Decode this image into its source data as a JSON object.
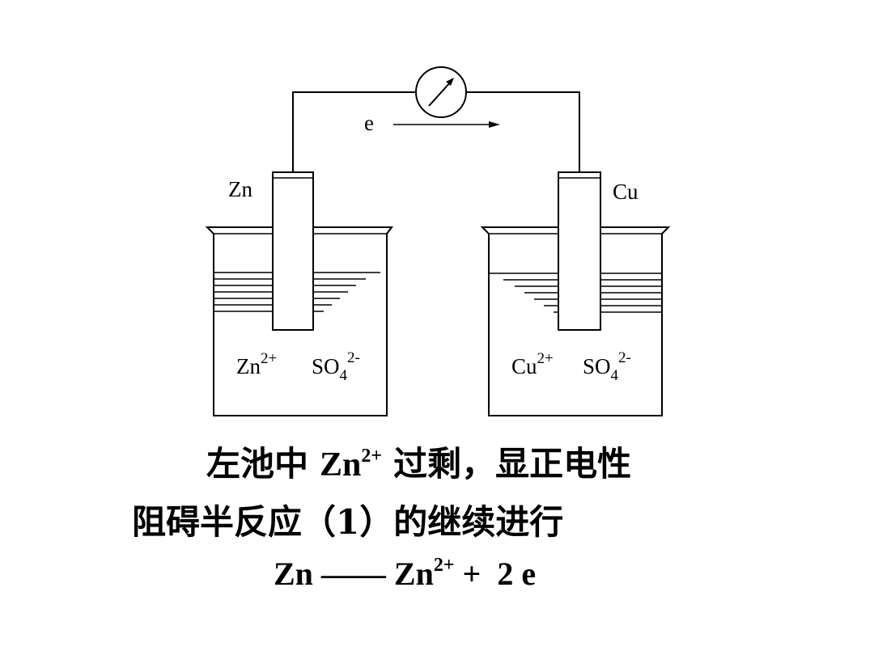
{
  "diagram": {
    "left_electrode": "Zn",
    "right_electrode": "Cu",
    "electron": "e",
    "left_ions": {
      "cation": "Zn",
      "cation_charge": "2+",
      "anion": "SO",
      "anion_sub": "4",
      "anion_charge": "2-"
    },
    "right_ions": {
      "cation": "Cu",
      "cation_charge": "2+",
      "anion": "SO",
      "anion_sub": "4",
      "anion_charge": "2-"
    }
  },
  "text": {
    "line1_a": "左池中",
    "line1_ion": "Zn",
    "line1_ion_sup": "2+",
    "line1_b": "过剩，显正电性",
    "line2": "阻碍半反应（1）的继续进行",
    "eq_left": "Zn —— Zn",
    "eq_sup": "2+",
    "eq_right": " +  2 e"
  }
}
